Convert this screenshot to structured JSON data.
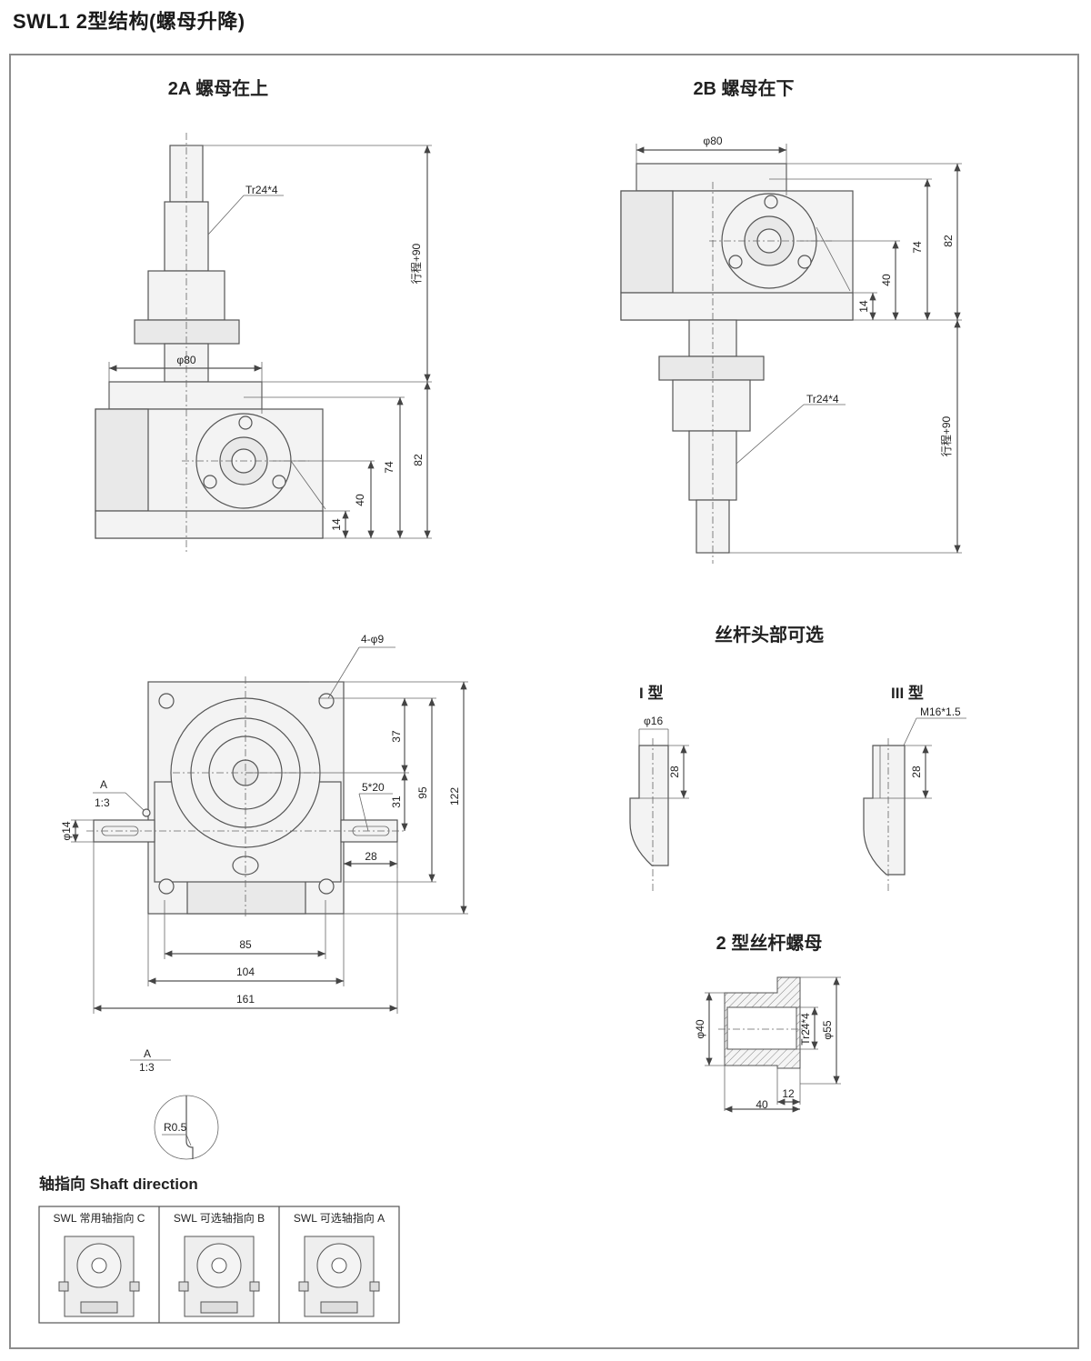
{
  "page": {
    "title": "SWL1  2型结构(螺母升降)"
  },
  "views": {
    "view_2a": {
      "title": "2A 螺母在上",
      "thread_label": "Tr24*4",
      "stroke_label": "行程+90",
      "dia_label": "φ80",
      "dims": {
        "d14": "14",
        "d40": "40",
        "d74": "74",
        "d82": "82"
      }
    },
    "view_2b": {
      "title": "2B 螺母在下",
      "thread_label": "Tr24*4",
      "stroke_label": "行程+90",
      "dia_label": "φ80",
      "dims": {
        "d14": "14",
        "d40": "40",
        "d74": "74",
        "d82": "82"
      }
    },
    "bottom_view": {
      "holes_label": "4-φ9",
      "detail_a_letter": "A",
      "detail_a_scale": "1:3",
      "key_label": "5*20",
      "shaft_dia": "φ14",
      "dims": {
        "d37": "37",
        "d95": "95",
        "d122": "122",
        "d31": "31",
        "d28": "28",
        "d85": "85",
        "d104": "104",
        "d161": "161"
      }
    },
    "detail_a": {
      "letter": "A",
      "scale": "1:3",
      "radius_label": "R0.5"
    }
  },
  "screw_heads": {
    "title": "丝杆头部可选",
    "type_i": {
      "label": "I 型",
      "dia": "φ16",
      "len": "28"
    },
    "type_iii": {
      "label": "III 型",
      "thread": "M16*1.5",
      "len": "28"
    }
  },
  "nut": {
    "title": "2 型丝杆螺母",
    "dia_inner": "φ40",
    "thread": "Tr24*4",
    "dia_outer": "φ55",
    "d12": "12",
    "d40": "40"
  },
  "shaft_direction": {
    "title": "轴指向  Shaft direction",
    "options": [
      {
        "label": "SWL 常用轴指向 C"
      },
      {
        "label": "SWL 可选轴指向 B"
      },
      {
        "label": "SWL 可选轴指向 A"
      }
    ]
  }
}
